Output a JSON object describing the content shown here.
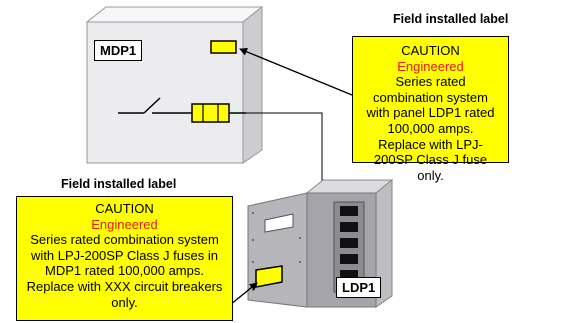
{
  "panels": {
    "mdp1": {
      "name": "MDP1"
    },
    "ldp1": {
      "name": "LDP1"
    }
  },
  "labels": {
    "mdp1_label": {
      "heading": "Field installed label",
      "title": "CAUTION",
      "subtitle": "Engineered",
      "body": "Series rated combination system with panel LDP1 rated 100,000 amps. Replace with LPJ-200SP Class J fuse only."
    },
    "ldp1_label": {
      "heading": "Field installed label",
      "title": "CAUTION",
      "subtitle": "Engineered",
      "body": "Series rated combination system with LPJ-200SP Class J fuses in MDP1 rated 100,000 amps. Replace with XXX circuit breakers only."
    }
  },
  "colors": {
    "label_fill": "#ffff00",
    "engineered_text": "#e21b1b",
    "panel_face": "#ececef",
    "panel_side": "#c9c9cd",
    "panel_interior": "#9d9da2"
  }
}
